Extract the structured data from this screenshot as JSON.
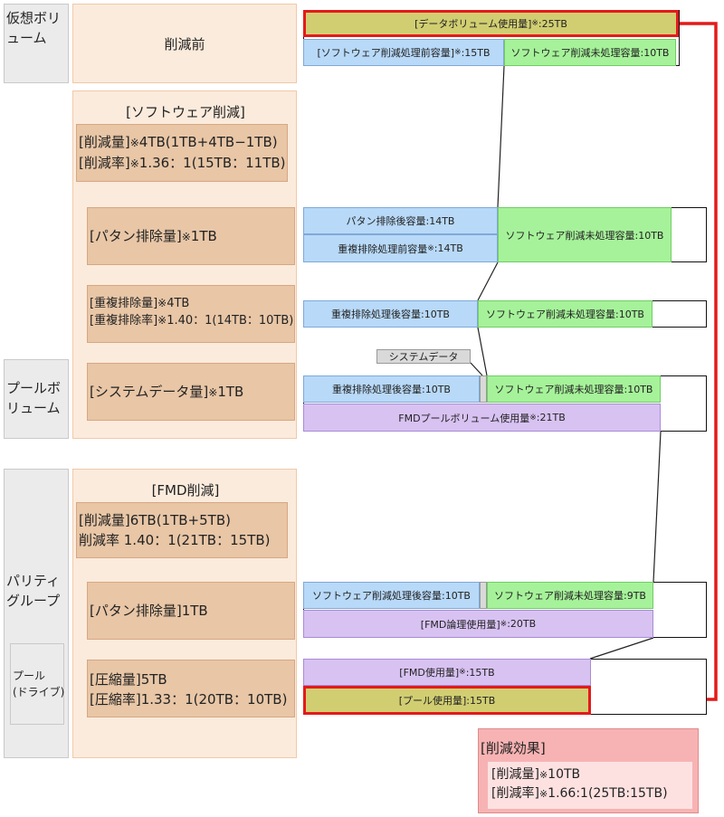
{
  "side": {
    "virtual_volume": [
      "仮想ボリ",
      "ューム"
    ],
    "pool_volume": [
      "プールボ",
      "リューム"
    ],
    "parity_group": [
      "パリティ",
      "グループ"
    ],
    "pool_drive": [
      "プール",
      "(ドライブ)"
    ]
  },
  "stages": {
    "before": "削減前",
    "software_title": "[ソフトウェア削減]",
    "software_reduction": [
      "[削減量]",
      "※",
      "4TB(1TB+4TB−1TB)"
    ],
    "software_ratio": [
      "[削減率]",
      "※",
      "1.36：1(15TB：11TB)"
    ],
    "pattern1": [
      "[パタン排除量]",
      "※",
      "1TB"
    ],
    "dedup_amount": [
      "[重複排除量]",
      "※",
      "4TB"
    ],
    "dedup_ratio": [
      "[重複排除率]",
      "※",
      "1.40：1(14TB：10TB)"
    ],
    "system_data": [
      "[システムデータ量]",
      "※",
      "1TB"
    ],
    "fmd_title": "[FMD削減]",
    "fmd_reduction": "[削減量]6TB(1TB+5TB)",
    "fmd_ratio": "削減率 1.40：1(21TB：15TB)",
    "pattern2": "[パタン排除量]1TB",
    "compress_amount": "[圧縮量]5TB",
    "compress_ratio": "[圧縮率]1.33：1(20TB：10TB)"
  },
  "bars": {
    "data_volume": [
      "[データボリューム使用量]",
      "※",
      ":25TB"
    ],
    "sw_before": [
      "[ソフトウェア削減処理前容量]",
      "※",
      ":15TB"
    ],
    "sw_unprocessed_a": "ソフトウェア削減未処理容量:10TB",
    "pattern_after": "パタン排除後容量:14TB",
    "dedup_before": [
      "重複排除処理前容量",
      "※",
      ":14TB"
    ],
    "sw_unprocessed_b": "ソフトウェア削減未処理容量:10TB",
    "dedup_after_1": "重複排除処理後容量:10TB",
    "sw_unprocessed_c": "ソフトウェア削減未処理容量:10TB",
    "system_data_label": "システムデータ",
    "dedup_after_2": "重複排除処理後容量:10TB",
    "sw_unprocessed_d": "ソフトウェア削減未処理容量:10TB",
    "fmd_pool": [
      "FMDプールボリューム使用量",
      "※",
      ":21TB"
    ],
    "sw_after": "ソフトウェア削減処理後容量:10TB",
    "sw_unprocessed_e": "ソフトウェア削減未処理容量:9TB",
    "fmd_logical": [
      "[FMD論理使用量]",
      "※",
      ":20TB"
    ],
    "fmd_used": [
      "[FMD使用量]",
      "※",
      ":15TB"
    ],
    "pool_used": "[プール使用量]:15TB"
  },
  "result": {
    "title": "[削減効果]",
    "amount": [
      "[削減量]",
      "※",
      "10TB"
    ],
    "ratio": [
      "[削減率]",
      "※",
      "1.66:1(25TB:15TB)"
    ]
  },
  "colors": {
    "blue": "#b8d9f8",
    "green": "#a6f29a",
    "purple": "#d8c2f2",
    "olive": "#d1ce72",
    "red": "#e41a1a",
    "peach": "#fbebdc",
    "tan": "#e8c6a6"
  }
}
